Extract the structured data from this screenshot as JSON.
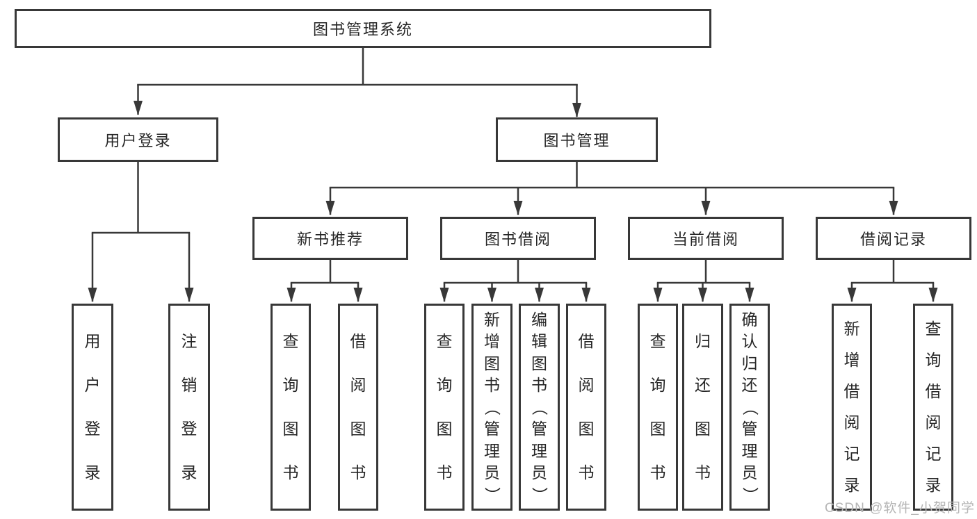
{
  "colors": {
    "line": "#383838",
    "text": "#262626",
    "watermark": "#b5b5b5",
    "background": "#ffffff"
  },
  "diagram_type": "hierarchy-tree",
  "root": {
    "label": "图书管理系统"
  },
  "level2": [
    {
      "id": "user-login",
      "label": "用户登录"
    },
    {
      "id": "book-management",
      "label": "图书管理"
    }
  ],
  "level3": [
    {
      "id": "new-book-recommend",
      "label": "新书推荐"
    },
    {
      "id": "book-borrowing",
      "label": "图书借阅"
    },
    {
      "id": "current-borrowing",
      "label": "当前借阅"
    },
    {
      "id": "borrowing-records",
      "label": "借阅记录"
    }
  ],
  "leaves": [
    {
      "id": "user-login-action",
      "parent": "user-login",
      "label": "用户登录"
    },
    {
      "id": "logout-action",
      "parent": "user-login",
      "label": "注销登录"
    },
    {
      "id": "query-book-1",
      "parent": "new-book-recommend",
      "label": "查询图书"
    },
    {
      "id": "borrow-book-1",
      "parent": "new-book-recommend",
      "label": "借阅图书"
    },
    {
      "id": "query-book-2",
      "parent": "book-borrowing",
      "label": "查询图书"
    },
    {
      "id": "add-book-admin",
      "parent": "book-borrowing",
      "label": "新增图书（管理员）"
    },
    {
      "id": "edit-book-admin",
      "parent": "book-borrowing",
      "label": "编辑图书（管理员）"
    },
    {
      "id": "borrow-book-2",
      "parent": "book-borrowing",
      "label": "借阅图书"
    },
    {
      "id": "query-book-3",
      "parent": "current-borrowing",
      "label": "查询图书"
    },
    {
      "id": "return-book",
      "parent": "current-borrowing",
      "label": "归还图书"
    },
    {
      "id": "confirm-return-admin",
      "parent": "current-borrowing",
      "label": "确认归还（管理员）"
    },
    {
      "id": "add-borrow-record",
      "parent": "borrowing-records",
      "label": "新增借阅记录"
    },
    {
      "id": "query-borrow-record",
      "parent": "borrowing-records",
      "label": "查询借阅记录"
    }
  ],
  "watermark": "CSDN @软件_小贺同学"
}
